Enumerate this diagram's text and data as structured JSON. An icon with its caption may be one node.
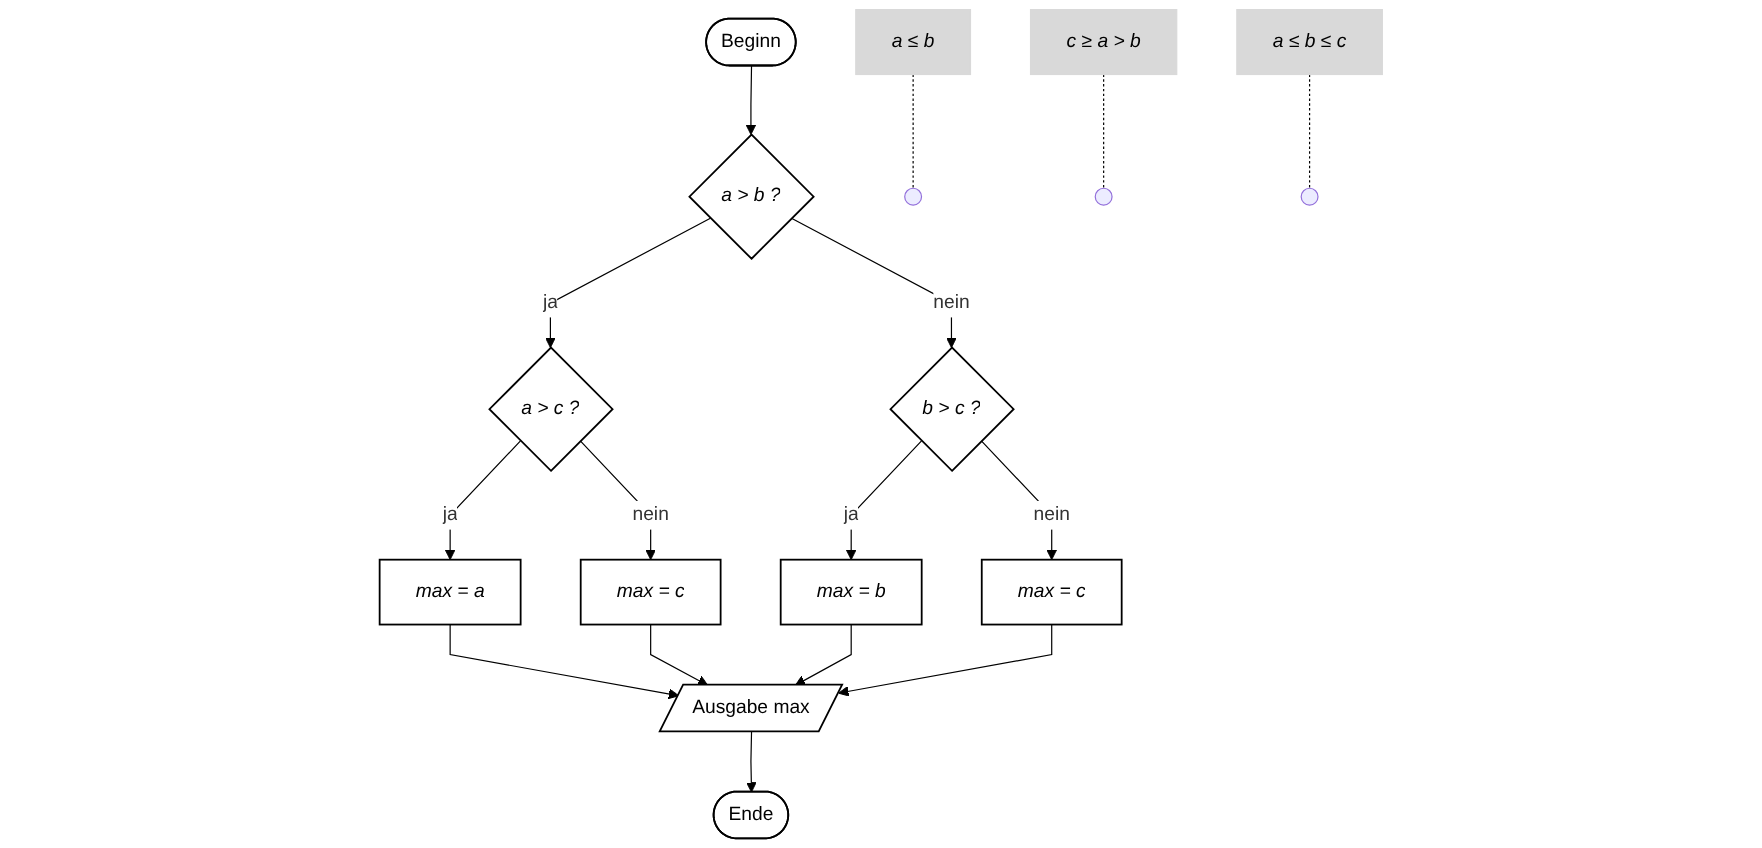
{
  "diagram": {
    "nodes": [
      {
        "text": [
          "Beginn"
        ]
      },
      {
        "text": [
          "a > b ?"
        ]
      },
      {
        "text": [
          "a ≤ b"
        ]
      },
      {
        "text": [
          "a > c ?"
        ]
      },
      {
        "text": [
          "c ≥ a > b"
        ]
      },
      {
        "text": [
          "b > c ?"
        ]
      },
      {
        "text": [
          "a ≤ b ≤ c"
        ]
      },
      {
        "text": [
          "max = a"
        ]
      },
      {
        "text": [
          "max = c"
        ]
      },
      {
        "text": [
          "max = b"
        ]
      },
      {
        "text": [
          "max = c"
        ]
      },
      {
        "text": [
          "Ausgabe max"
        ]
      },
      {
        "text": [
          "Ende"
        ]
      }
    ],
    "edges": [
      {
        "from": 0,
        "to": 1,
        "arrow": "to"
      },
      {
        "from": 1,
        "to": 3,
        "arrow": "to",
        "label": "ja"
      },
      {
        "from": 1,
        "to": 5,
        "arrow": "to",
        "label": "nein"
      },
      {
        "from": 2,
        "to": null,
        "arrow": "none",
        "style": "dashed"
      },
      {
        "from": 3,
        "to": 7,
        "arrow": "to",
        "label": "ja"
      },
      {
        "from": 3,
        "to": 8,
        "arrow": "to",
        "label": "nein"
      },
      {
        "from": 4,
        "to": null,
        "arrow": "none",
        "style": "dashed"
      },
      {
        "from": 5,
        "to": 9,
        "arrow": "to",
        "label": "ja"
      },
      {
        "from": 5,
        "to": 10,
        "arrow": "to",
        "label": "nein"
      },
      {
        "from": 6,
        "to": null,
        "arrow": "none",
        "style": "dashed"
      },
      {
        "from": 7,
        "to": 11,
        "arrow": "to"
      },
      {
        "from": 8,
        "to": 11,
        "arrow": "to"
      },
      {
        "from": 9,
        "to": 11,
        "arrow": "to"
      },
      {
        "from": 10,
        "to": 11,
        "arrow": "to"
      },
      {
        "from": 11,
        "to": 12,
        "arrow": "to"
      }
    ]
  }
}
